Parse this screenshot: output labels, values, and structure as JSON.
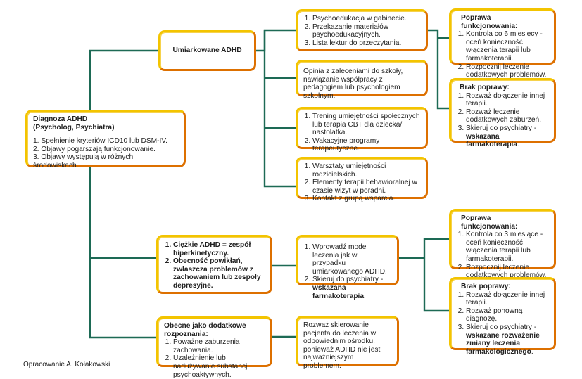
{
  "diagnosis": {
    "title": "Diagnoza ADHD",
    "subtitle": "(Psycholog, Psychiatra)",
    "items": [
      "Spełnienie kryteriów ICD10 lub DSM-IV.",
      "Objawy pogarszają funkcjonowanie.",
      "Objawy występują w różnych środowiskach."
    ]
  },
  "moderate": {
    "label": "Umiarkowane ADHD",
    "psychoeducation": [
      "Psychoedukacja w gabinecie.",
      "Przekazanie materiałów psychoedukacyjnych.",
      "Lista lektur do przeczytania."
    ],
    "school": "Opinia z zaleceniami do szkoły, nawiązanie współpracy z pedagogiem lub psychologiem szkolnym.",
    "training": [
      "Trening umiejętności społecznych lub terapia CBT dla dziecka/ nastolatka.",
      "Wakacyjne programy terapeutyczne."
    ],
    "parents": [
      "Warsztaty umiejętności rodzicielskich.",
      "Elementy terapii behawioralnej w czasie wizyt w poradni.",
      "Kontakt z grupą wsparcia."
    ],
    "improvement": {
      "title": "Poprawa funkcjonowania:",
      "items": [
        "Kontrola co 6 miesięcy - oceń konieczność włączenia terapii lub farmakoterapii.",
        "Rozpocznij leczenie dodatkowych problemów."
      ]
    },
    "no_improvement": {
      "title": "Brak poprawy:",
      "items": [
        "Rozważ dołączenie innej terapii.",
        "Rozważ leczenie dodatkowych zaburzeń.",
        "Skieruj do psychiatry - "
      ],
      "emphasis": "wskazana farmakoterapia",
      "suffix": "."
    }
  },
  "severe": {
    "items": [
      "Ciężkie ADHD = zespół hiperkinetyczny.",
      "Obecność powikłań, zwłaszcza problemów z zachowaniem lub zespoły depresyjne."
    ],
    "treatment": {
      "items": [
        "Wprowadź model leczenia jak w przypadku umiarkowanego ADHD.",
        "Skieruj do psychiatry - "
      ],
      "emphasis": "wskazana farmakoterapia",
      "suffix": "."
    },
    "improvement": {
      "title": "Poprawa funkcjonowania:",
      "items": [
        "Kontrola co 3 miesiące - oceń konieczność włączenia terapii lub farmakoterapii.",
        "Rozpocznij leczenie dodatkowych problemów."
      ]
    },
    "no_improvement": {
      "title": "Brak poprawy:",
      "items": [
        "Rozważ dołączenie innej terapii.",
        "Rozważ ponowną diagnozę.",
        "Skieruj do psychiatry - "
      ],
      "emphasis": "wskazane rozważenie zmiany leczenia farmakologicznego",
      "suffix": "."
    }
  },
  "comorbid": {
    "title": "Obecne jako dodatkowe rozpoznania:",
    "items": [
      "Poważne zaburzenia zachowania.",
      "Uzależnienie lub nadużywanie substancji psychoaktywnych."
    ],
    "referral": "Rozważ skierowanie pacjenta do leczenia w odpowiednim ośrodku, ponieważ ADHD nie jest najważniejszym problemem."
  },
  "credit": "Opracowanie A. Kołakowski",
  "colors": {
    "line": "#1d6a55",
    "border_light": "#f3c400",
    "border_dark": "#dd7000"
  }
}
